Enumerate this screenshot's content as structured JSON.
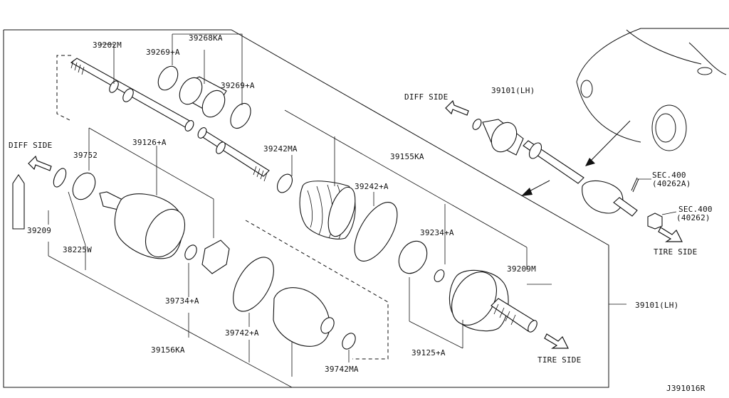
{
  "labels": {
    "p39202M": "39202M",
    "p39268KA": "39268KA",
    "p39269A_top": "39269+A",
    "p39269A_mid": "39269+A",
    "p39242MA": "39242MA",
    "p39155KA": "39155KA",
    "p39242A": "39242+A",
    "p39234A": "39234+A",
    "p39209M": "39209M",
    "p39101LH_top": "39101(LH)",
    "p39101LH_right": "39101(LH)",
    "p39126A": "39126+A",
    "p39752": "39752",
    "p39209": "39209",
    "p38225W": "38225W",
    "p39734A": "39734+A",
    "p39742A": "39742+A",
    "p39156KA": "39156KA",
    "p39742MA": "39742MA",
    "p39125A": "39125+A",
    "diff_side_left": "DIFF SIDE",
    "diff_side_top": "DIFF SIDE",
    "tire_side_bottom": "TIRE SIDE",
    "tire_side_right": "TIRE SIDE",
    "sec400a_line1": "SEC.400",
    "sec400a_line2": "(40262A)",
    "sec400b_line1": "SEC.400",
    "sec400b_line2": "(40262)",
    "diagram_code": "J391016R"
  }
}
